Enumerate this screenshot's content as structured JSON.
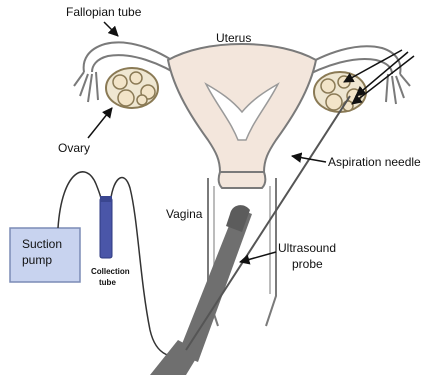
{
  "labels": {
    "fallopian_tube": "Fallopian tube",
    "uterus": "Uterus",
    "ovary": "Ovary",
    "aspiration_needle": "Aspiration needle",
    "vagina": "Vagina",
    "suction_pump_line1": "Suction",
    "suction_pump_line2": "pump",
    "collection_tube_line1": "Collection",
    "collection_tube_line2": "tube",
    "ultrasound_probe_line1": "Ultrasound",
    "ultrasound_probe_line2": "probe"
  },
  "colors": {
    "uterus_fill": "#f3e6dc",
    "outline": "#7a7a7a",
    "follicle_fill": "#f2e4c8",
    "follicle_stroke": "#8a7a55",
    "ovary_fill": "#efe7d2",
    "pump_fill": "#c8d3ef",
    "pump_stroke": "#7b8bb5",
    "collection_tube_fill": "#4a56a8",
    "probe_fill": "#6f6f6f",
    "needle": "#555555",
    "arrow": "#111111"
  },
  "icons": [
    "arrow-icon"
  ]
}
